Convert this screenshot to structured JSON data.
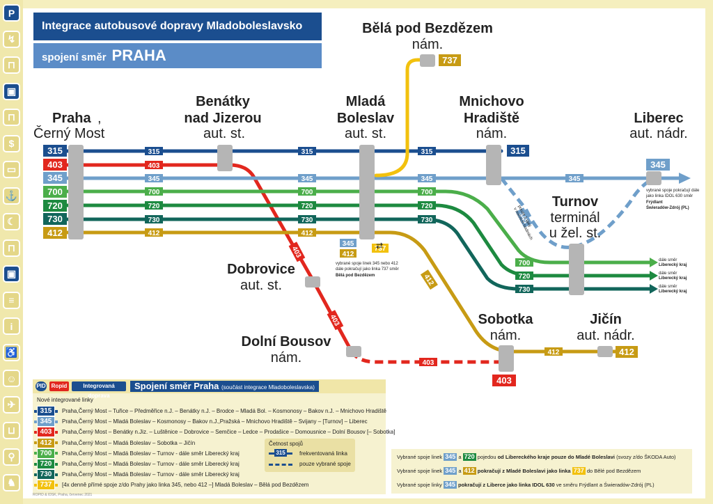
{
  "title": {
    "main": "Integrace autobusové dopravy Mladoboleslavsko",
    "sub_prefix": "spojení směr",
    "sub_dest": "PRAHA"
  },
  "colors": {
    "l315": "#1b4e8f",
    "l403": "#e2271e",
    "l345": "#6f9fca",
    "l700": "#4bae4a",
    "l720": "#1d8a40",
    "l730": "#12665b",
    "l412": "#c79b14",
    "l737": "#f2c10e"
  },
  "sidebar_icons": [
    "pid-logo-icon",
    "transfer-icon",
    "tram-icon",
    "bus-icon",
    "trolleybus-icon",
    "money-icon",
    "ticket-icon",
    "anchor-icon",
    "night-icon",
    "stairs-icon",
    "regional-bus-icon",
    "document-icon",
    "info-icon",
    "wheelchair-icon",
    "family-icon",
    "plane-icon",
    "stroller-icon",
    "bicycle-icon",
    "dog-icon"
  ],
  "stations": {
    "praha": {
      "name": "Praha",
      "sub": "Černý Most"
    },
    "benatky": {
      "name1": "Benátky",
      "name2": "nad Jizerou",
      "sub": "aut. st."
    },
    "mlada": {
      "name1": "Mladá",
      "name2": "Boleslav",
      "sub": "aut. st."
    },
    "bela": {
      "name": "Bělá pod Bezdězem",
      "sub": "nám."
    },
    "mnichovo": {
      "name1": "Mnichovo",
      "name2": "Hradiště",
      "sub": "nám."
    },
    "liberec": {
      "name": "Liberec",
      "sub": "aut. nádr."
    },
    "turnov": {
      "name": "Turnov",
      "sub1": "terminál",
      "sub2": "u žel. st."
    },
    "dobrovice": {
      "name": "Dobrovice",
      "sub": "aut. st."
    },
    "dolni": {
      "name": "Dolní Bousov",
      "sub": "nám."
    },
    "sobotka": {
      "name": "Sobotka",
      "sub": "nám."
    },
    "jicin": {
      "name": "Jičín",
      "sub": "aut. nádr."
    }
  },
  "lines": {
    "l315": "315",
    "l403": "403",
    "l345": "345",
    "l700": "700",
    "l720": "720",
    "l730": "730",
    "l412": "412",
    "l737": "737"
  },
  "annotations": {
    "mb_note1": "vybrané spoje linek 345 nebo 412",
    "mb_note2": "dále pokračují jako linka 737 směr",
    "mb_note3": "Bělá pod Bezdězem",
    "lib_note1": "vybrané spoje pokračují dále",
    "lib_note2": "jako linka IDOL 630 směr",
    "lib_note3": "Frýdlant",
    "lib_note4": "Świeradów-Zdrój (PL)",
    "night1": "pouze 1 spoj",
    "night2": "v nočních hodinách",
    "dale1": "dále směr",
    "dale2": "Liberecký kraj"
  },
  "legend": {
    "logo1": "PID",
    "logo2": "Ropid",
    "logo3": "Integrovaná doprava",
    "title": "Spojení směr Praha",
    "title_small": "(součást integrace Mladoboleslavska)",
    "new_lines": "Nové integrované linky",
    "rows": [
      {
        "line": "315",
        "color": "#1b4e8f",
        "text": "Praha,Černý Most – Tuřice – Předměřice n.J. – Benátky n.J. – Brodce – Mladá Bol. – Kosmonosy – Bakov n.J. – Mnichovo Hradiště"
      },
      {
        "line": "345",
        "color": "#6f9fca",
        "text": "Praha,Černý Most – Mladá Boleslav – Kosmonosy – Bakov n.J.,Pražská – Mnichovo Hradiště – Svijany – [Turnov] – Liberec"
      },
      {
        "line": "403",
        "color": "#e2271e",
        "text": "Praha,Černý Most – Benátky n.Jiz. – Luštěnice – Dobrovice – Semčice – Ledce – Prodašice – Domousnice – Dolní Bousov [– Sobotka]"
      },
      {
        "line": "412",
        "color": "#c79b14",
        "text": "Praha,Černý Most – Mladá Boleslav – Sobotka – Jičín"
      },
      {
        "line": "700",
        "color": "#4bae4a",
        "text": "Praha,Černý Most – Mladá Boleslav – Turnov - dále směr Liberecký kraj"
      },
      {
        "line": "720",
        "color": "#1d8a40",
        "text": "Praha,Černý Most – Mladá Boleslav – Turnov - dále směr Liberecký kraj"
      },
      {
        "line": "730",
        "color": "#12665b",
        "text": "Praha,Černý Most – Mladá Boleslav – Turnov - dále směr Liberecký kraj"
      },
      {
        "line": "737",
        "color": "#f2c10e",
        "text": "[4x denně přímé spoje z/do Prahy jako linka 345, nebo 412 –] Mladá Boleslav – Bělá pod Bezdězem"
      }
    ],
    "freq_title": "Četnost spojů",
    "freq_line": "315",
    "freq_frequent": "frekventovaná linka",
    "freq_selected": "pouze vybrané spoje"
  },
  "notes": {
    "n1a": "Vybrané spoje linek",
    "n1b": "345",
    "n1c": "a",
    "n1d": "720",
    "n1e": "pojedou",
    "n1f": "od Libereckého kraje pouze do Mladé Boleslavi",
    "n1g": "(svozy z/do ŠKODA Auto)",
    "n2a": "Vybrané spoje linek",
    "n2b": "345",
    "n2c": "a",
    "n2d": "412",
    "n2e": "pokračují z Mladé Boleslavi jako linka",
    "n2f": "737",
    "n2g": "do Bělé pod Bezdězem",
    "n3a": "Vybrané spoje linky",
    "n3b": "345",
    "n3c": "pokračují z Liberce jako linka IDOL 630",
    "n3d": "ve směru Frýdlant a Świeradów-Zdrój (PL)"
  },
  "copyright": "ROPID & IDSK, Praha, červenec 2021"
}
